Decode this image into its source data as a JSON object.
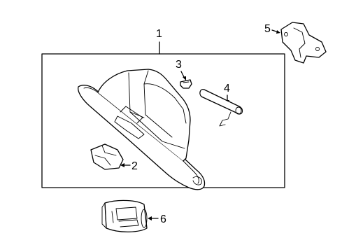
{
  "callouts": {
    "c1": "1",
    "c2": "2",
    "c3": "3",
    "c4": "4",
    "c5": "5",
    "c6": "6"
  },
  "parts": [
    {
      "callout": "1",
      "part": "glove-box-assembly"
    },
    {
      "callout": "2",
      "part": "latch"
    },
    {
      "callout": "3",
      "part": "clip"
    },
    {
      "callout": "4",
      "part": "damper"
    },
    {
      "callout": "5",
      "part": "bracket"
    },
    {
      "callout": "6",
      "part": "lock-cylinder"
    }
  ],
  "colors": {
    "line": "#000000",
    "background": "#ffffff"
  }
}
